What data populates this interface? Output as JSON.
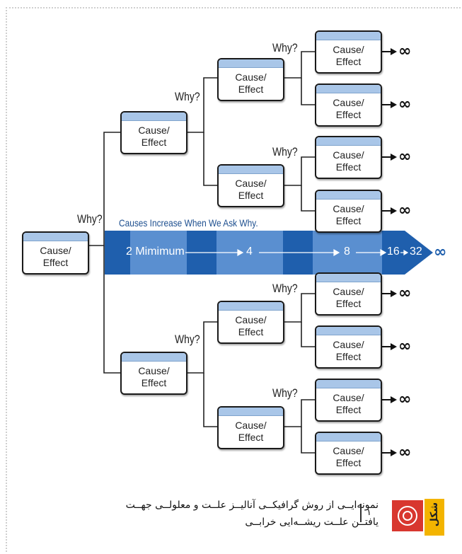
{
  "diagram": {
    "box_label": "Cause/\nEffect",
    "why_label": "Why?",
    "infinity": "∞",
    "banner_title": "Causes Increase When We Ask Why.",
    "arrow_labels": [
      "2 Mimimum",
      "4",
      "8",
      "16",
      "32"
    ],
    "colors": {
      "dark_blue": "#1f5fad",
      "light_blue": "#5a8fd0",
      "box_cap": "#a9c6e8"
    }
  },
  "caption": {
    "line1": "نمونه‌ایــی از روش گرافیکــی آنالیــز علــت و معلولــی جهــت",
    "line2": "یافتــن علــت ریشــه‌ایی خرابــی",
    "number": "۱",
    "figure_word": "شکل"
  }
}
